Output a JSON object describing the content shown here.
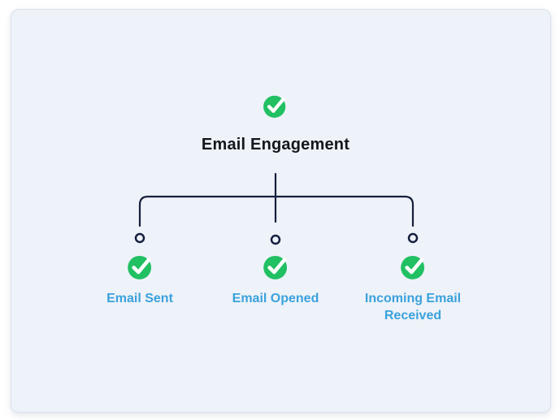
{
  "colors": {
    "card_background": "#eef2f9",
    "connector_line": "#16203f",
    "success_green": "#21c063",
    "check_white": "#ffffff",
    "child_label_blue": "#3aa2dc",
    "root_title_dark": "#14171d"
  },
  "tree": {
    "root": {
      "label": "Email Engagement",
      "status_icon": "check-circle-icon"
    },
    "children": [
      {
        "label": "Email Sent",
        "status_icon": "check-circle-icon"
      },
      {
        "label": "Email Opened",
        "status_icon": "check-circle-icon"
      },
      {
        "label": "Incoming Email Received",
        "status_icon": "check-circle-icon"
      }
    ]
  }
}
